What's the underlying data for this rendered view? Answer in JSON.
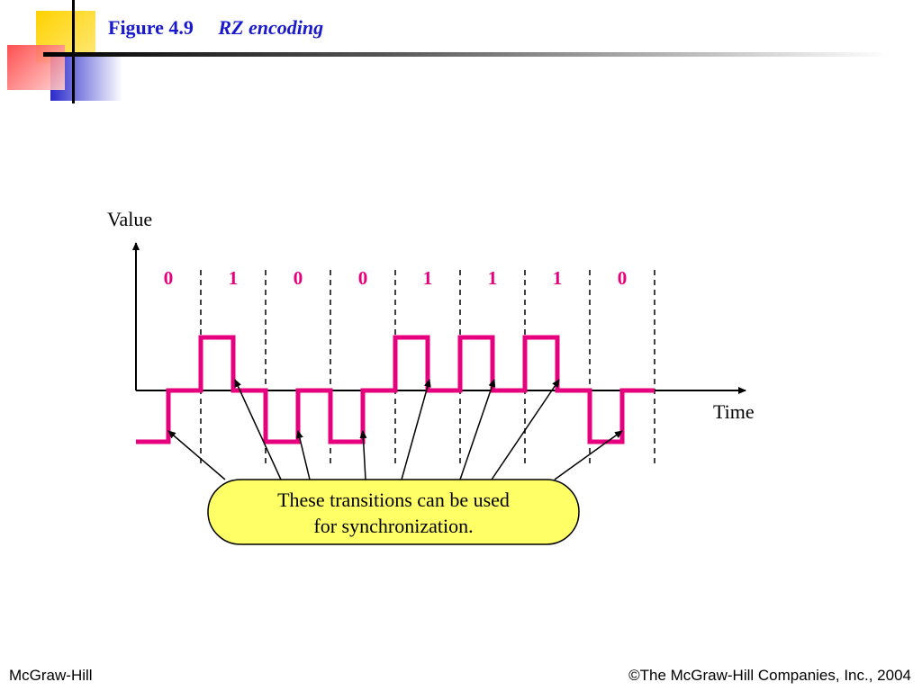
{
  "slide": {
    "figure_number": "Figure 4.9",
    "figure_title": "RZ encoding"
  },
  "diagram": {
    "y_axis_label": "Value",
    "x_axis_label": "Time",
    "bits": [
      "0",
      "1",
      "0",
      "0",
      "1",
      "1",
      "1",
      "0"
    ],
    "callout_text_line1": "These transitions can be used",
    "callout_text_line2": "for synchronization.",
    "signal_color": "#e6007e",
    "bit_label_color": "#e6007e",
    "callout_fill": "#ffff66"
  },
  "footer": {
    "left": "McGraw-Hill",
    "right": "©The McGraw-Hill Companies, Inc., 2004"
  }
}
